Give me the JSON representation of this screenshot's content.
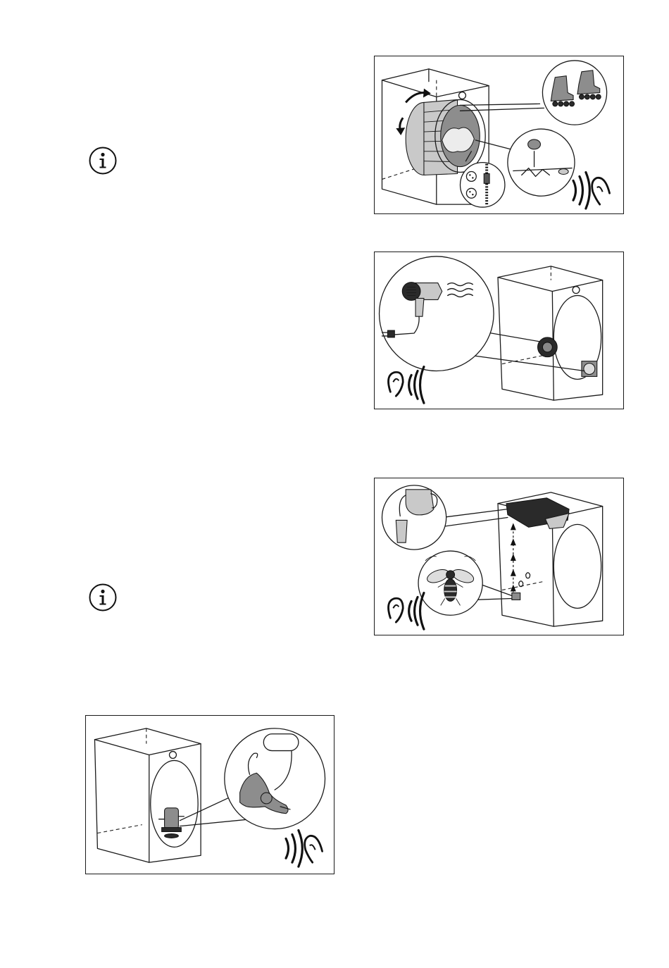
{
  "icons": {
    "info_1": "info-icon",
    "info_2": "info-icon"
  },
  "illustrations": [
    {
      "id": "drum-noise",
      "icons": [
        "drum-rotation-arrows",
        "rollerblades-icon",
        "coin-icon",
        "zipper-button-icon",
        "ear-sound-icon"
      ]
    },
    {
      "id": "fan-noise",
      "icons": [
        "hair-dryer-icon",
        "fan-icon",
        "ear-sound-icon"
      ]
    },
    {
      "id": "pump-noise",
      "icons": [
        "water-pitcher-icon",
        "bee-icon",
        "ear-sound-icon"
      ]
    },
    {
      "id": "compressor-noise",
      "icons": [
        "cat-icon",
        "compressor-icon",
        "ear-sound-icon"
      ]
    }
  ],
  "colors": {
    "line": "#1a1a1a",
    "shade": "#8d8d8d",
    "background": "#ffffff"
  }
}
